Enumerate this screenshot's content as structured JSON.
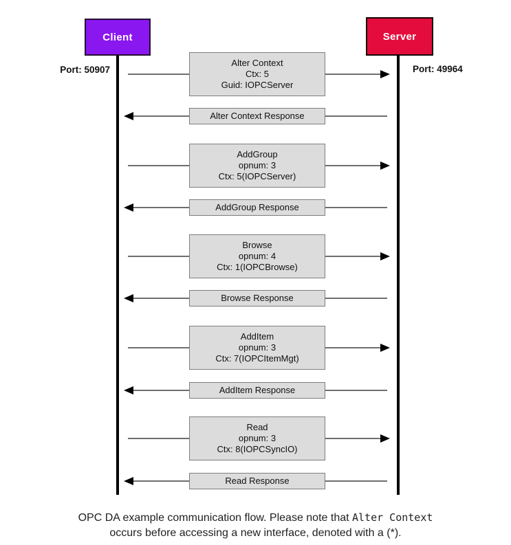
{
  "diagram": {
    "client": {
      "label": "Client",
      "port": "Port: 50907",
      "color": "#8a16f0"
    },
    "server": {
      "label": "Server",
      "port": "Port: 49964",
      "color": "#e40c3c"
    },
    "messages": [
      {
        "direction": "request",
        "lines": [
          "Alter Context",
          "Ctx: 5",
          "Guid: IOPCServer"
        ]
      },
      {
        "direction": "response",
        "lines": [
          "Alter Context Response"
        ]
      },
      {
        "direction": "request",
        "lines": [
          "AddGroup",
          "opnum: 3",
          "Ctx: 5(IOPCServer)"
        ]
      },
      {
        "direction": "response",
        "lines": [
          "AddGroup Response"
        ]
      },
      {
        "direction": "request",
        "lines": [
          "Browse",
          "opnum: 4",
          "Ctx: 1(IOPCBrowse)"
        ]
      },
      {
        "direction": "response",
        "lines": [
          "Browse Response"
        ]
      },
      {
        "direction": "request",
        "lines": [
          "AddItem",
          "opnum: 3",
          "Ctx: 7(IOPCItemMgt)"
        ]
      },
      {
        "direction": "response",
        "lines": [
          "AddItem Response"
        ]
      },
      {
        "direction": "request",
        "lines": [
          "Read",
          "opnum: 3",
          "Ctx: 8(IOPCSyncIO)"
        ]
      },
      {
        "direction": "response",
        "lines": [
          "Read Response"
        ]
      }
    ]
  },
  "caption": {
    "line1_text": "OPC DA example communication flow. Please note that ",
    "line1_code": "Alter Context",
    "line2_text": "occurs before accessing a new interface, denoted with a (*)."
  }
}
